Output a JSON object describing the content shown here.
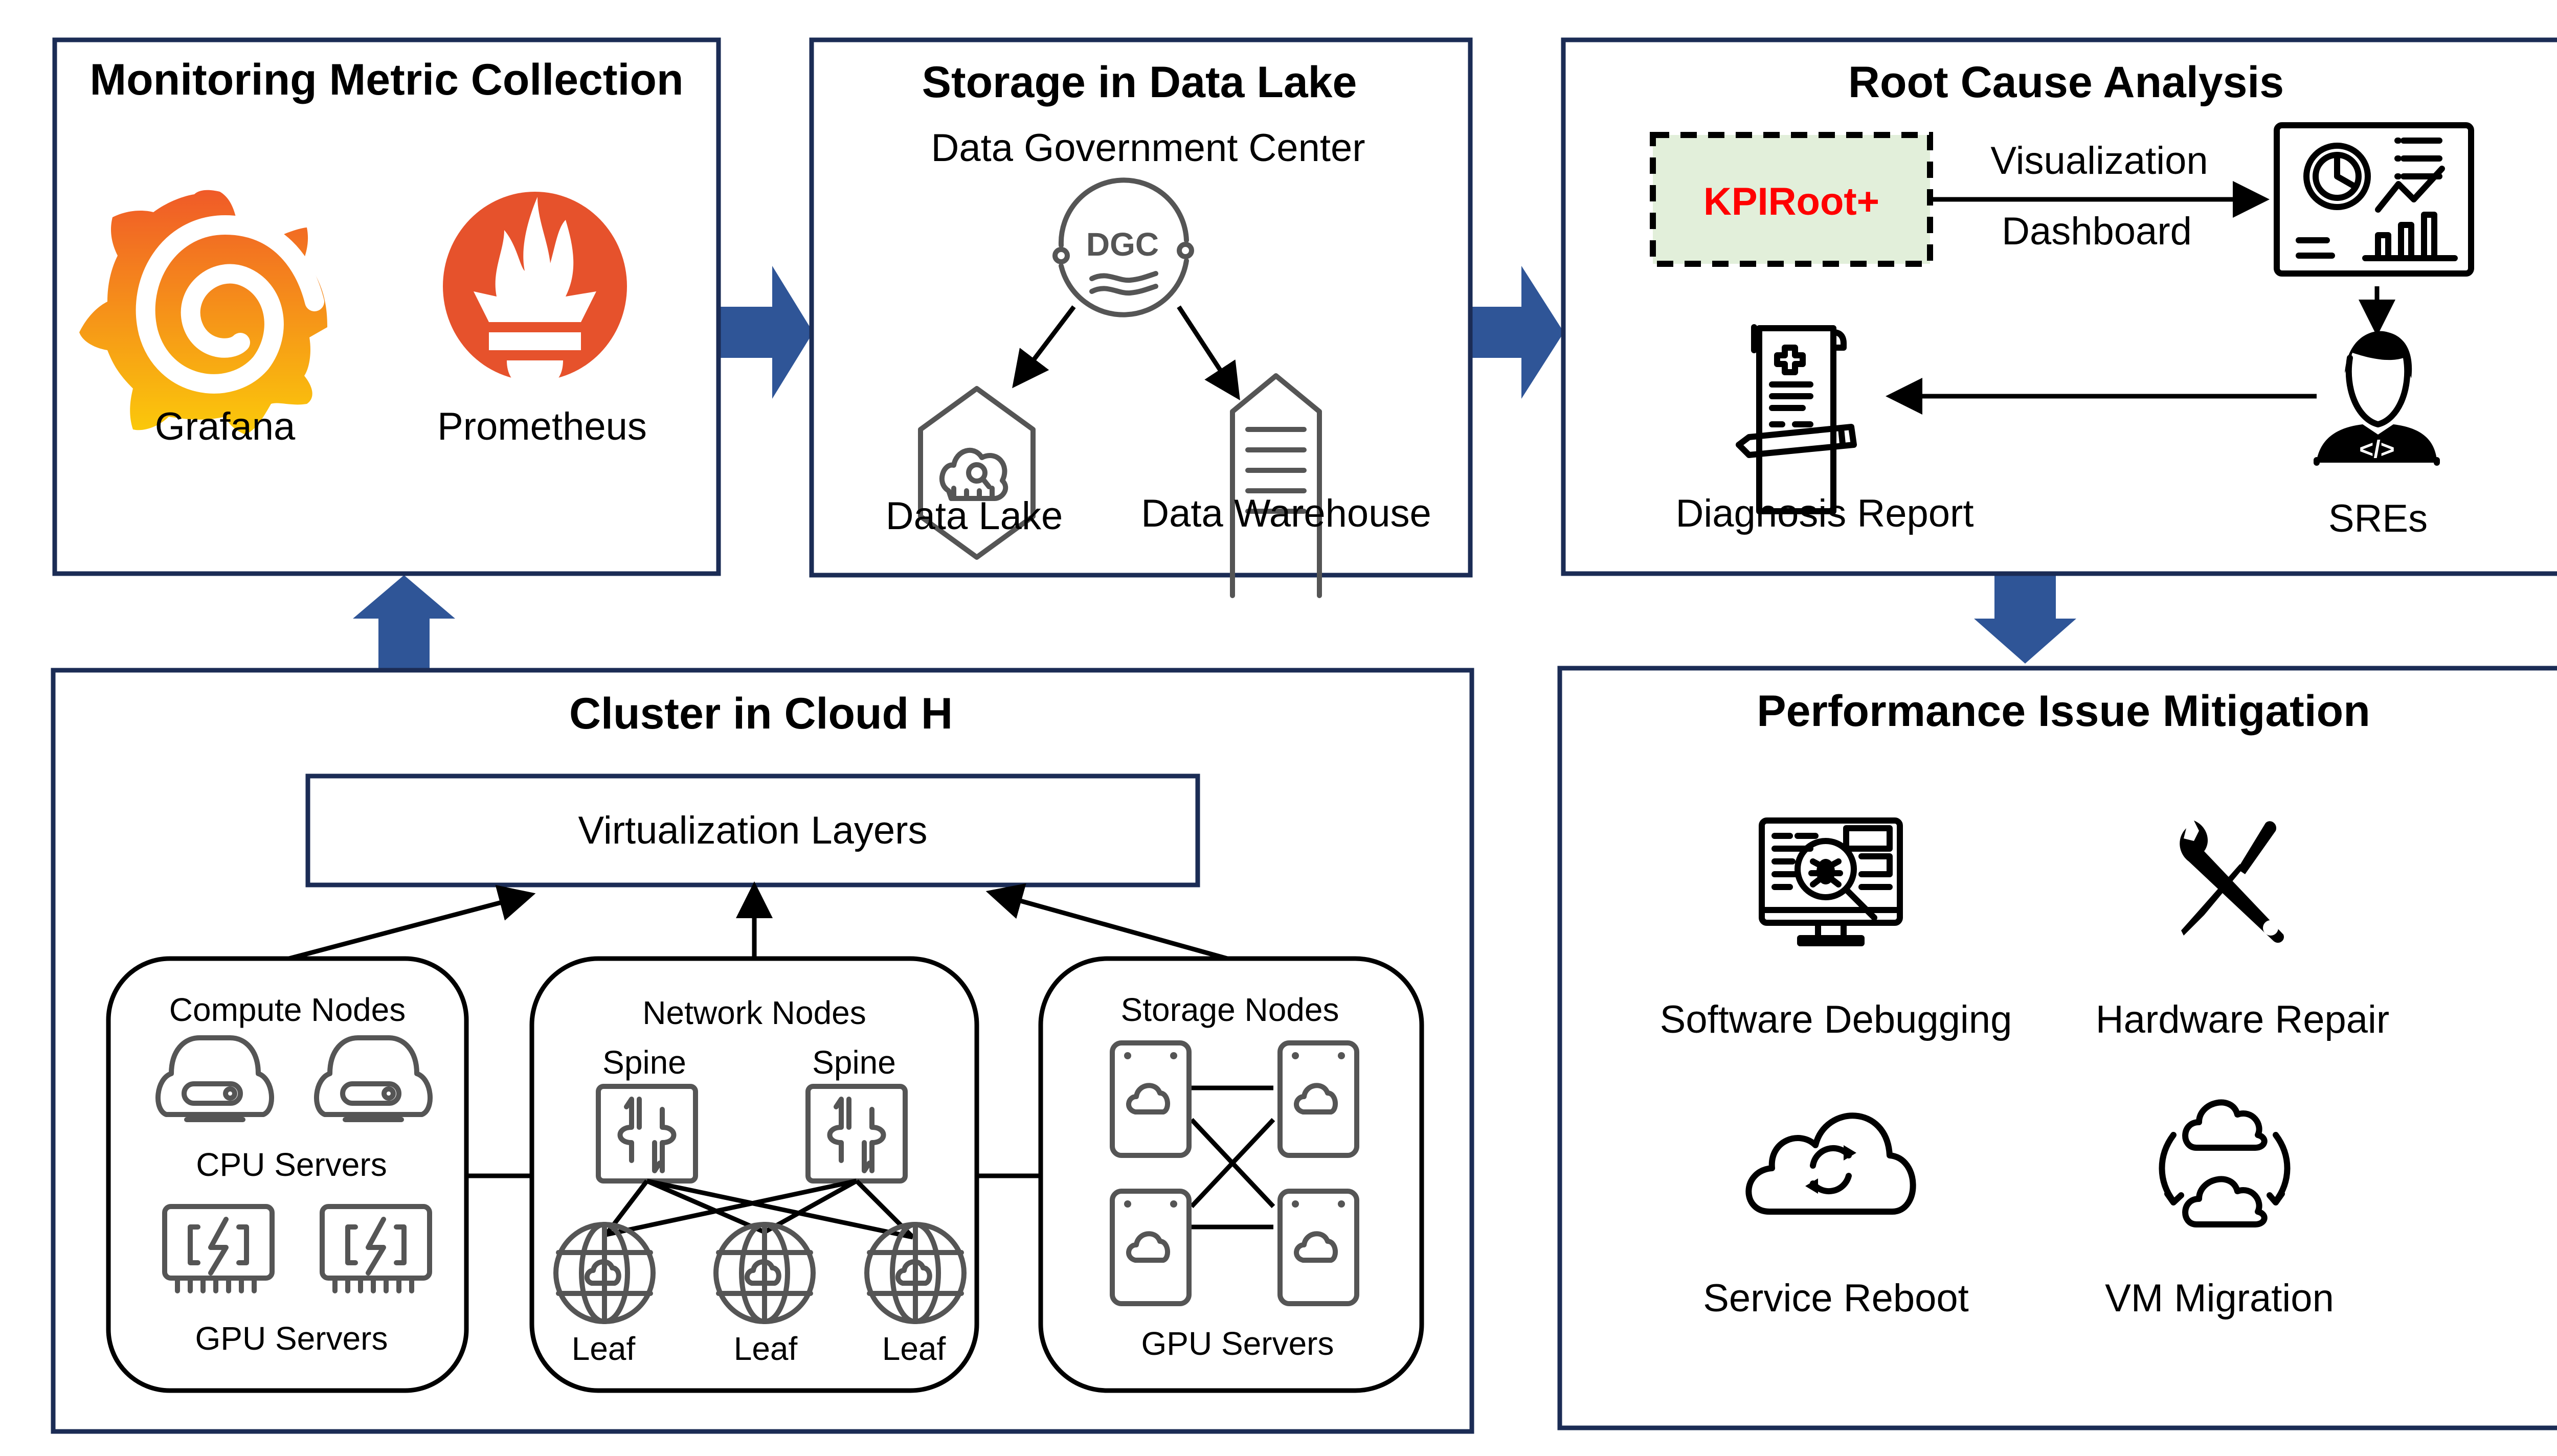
{
  "colors": {
    "panel_border": "#1b2c55",
    "flow_arrow": "#2f5597",
    "kpiroot_fill": "#e2efda",
    "kpiroot_text": "#ff0000",
    "grafana": "#f58220",
    "prometheus": "#e6522c"
  },
  "monitoring": {
    "title": "Monitoring Metric Collection",
    "tools": [
      {
        "label": "Grafana",
        "icon": "grafana-logo-icon"
      },
      {
        "label": "Prometheus",
        "icon": "prometheus-logo-icon"
      }
    ]
  },
  "storage": {
    "title": "Storage in Data Lake",
    "subtitle": "Data Government Center",
    "dgc_label": "DGC",
    "targets": [
      {
        "label": "Data Lake",
        "icon": "data-lake-icon"
      },
      {
        "label": "Data Warehouse",
        "icon": "data-warehouse-icon"
      }
    ]
  },
  "rca": {
    "title": "Root Cause Analysis",
    "kpiroot": "KPIRoot+",
    "edge_top": "Visualization",
    "edge_bottom": "Dashboard",
    "report": "Diagnosis Report",
    "sres": "SREs",
    "code_glyph": "</>"
  },
  "cluster": {
    "title": "Cluster in Cloud H",
    "virtualization": "Virtualization Layers",
    "compute": {
      "title": "Compute Nodes",
      "cpu": "CPU Servers",
      "gpu": "GPU Servers"
    },
    "network": {
      "title": "Network Nodes",
      "spines": [
        "Spine",
        "Spine"
      ],
      "leaves": [
        "Leaf",
        "Leaf",
        "Leaf"
      ]
    },
    "storage": {
      "title": "Storage Nodes",
      "servers": "GPU Servers"
    }
  },
  "mitigation": {
    "title": "Performance Issue Mitigation",
    "items": [
      {
        "label": "Software Debugging",
        "icon": "bug-monitor-icon"
      },
      {
        "label": "Hardware Repair",
        "icon": "wrench-screwdriver-icon"
      },
      {
        "label": "Service Reboot",
        "icon": "cloud-refresh-icon"
      },
      {
        "label": "VM Migration",
        "icon": "cloud-migration-icon"
      }
    ]
  }
}
